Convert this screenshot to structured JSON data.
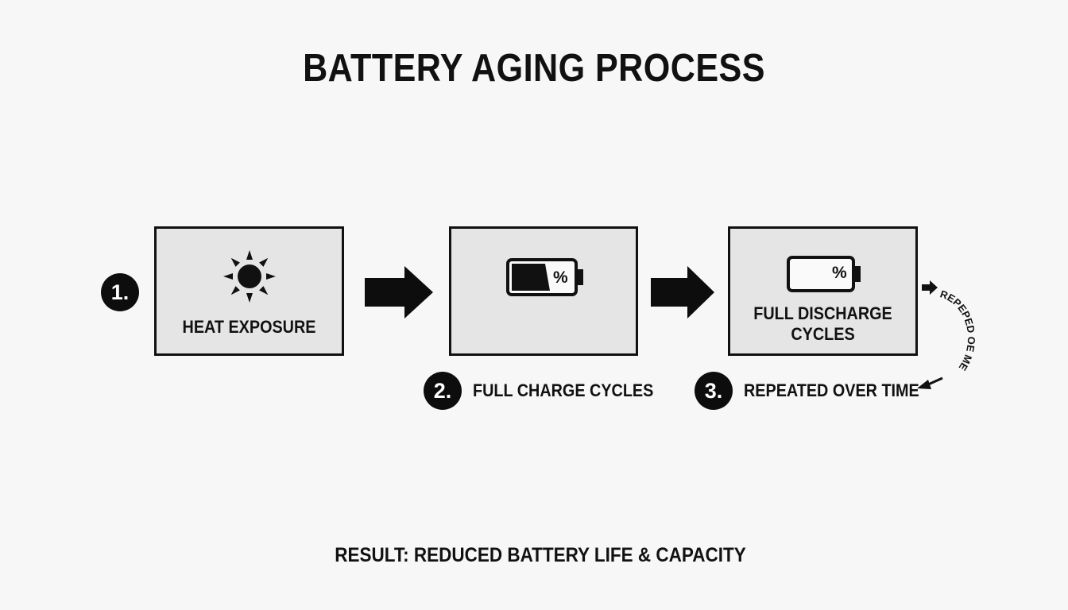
{
  "title": "BATTERY AGING PROCESS",
  "steps": [
    {
      "number": "1.",
      "box_label": "HEAT EXPOSURE",
      "icon": "sun-icon"
    },
    {
      "number": "2.",
      "label": "FULL CHARGE CYCLES",
      "icon": "battery-percent-icon",
      "icon_text": "%"
    },
    {
      "number": "3.",
      "box_label_line1": "FULL DISCHARGE",
      "box_label_line2": "CYCLES",
      "label": "REPEATED OVER TIME",
      "icon": "battery-percent-icon",
      "icon_text": "%"
    }
  ],
  "loop_text": "REPEPED OE ME",
  "result": "RESULT: REDUCED BATTERY LIFE & CAPACITY"
}
